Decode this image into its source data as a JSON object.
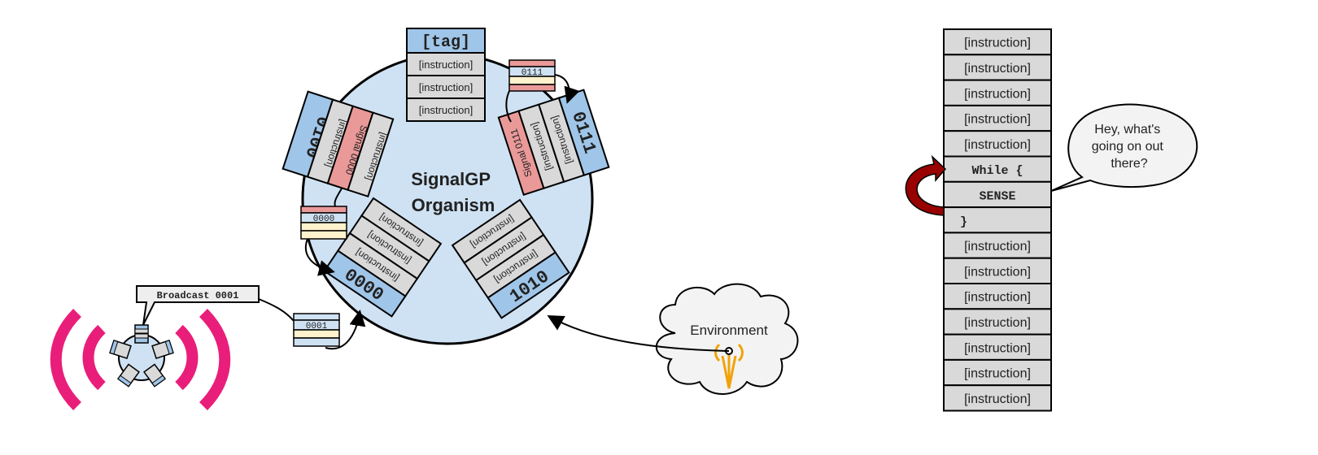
{
  "diagram": {
    "title": "SignalGP\nOrganism",
    "instruction_label": "[instruction]",
    "function_tag_header": "[tag]",
    "functions": [
      {
        "tag": "0100",
        "signal": "Signal 0000"
      },
      {
        "tag": "0111",
        "signal": "Signal 0111"
      },
      {
        "tag": "0000"
      },
      {
        "tag": "1010"
      }
    ],
    "messages": [
      {
        "tag": "0111"
      },
      {
        "tag": "0000"
      },
      {
        "tag": "0001"
      }
    ],
    "broadcast_label": "Broadcast 0001",
    "environment_label": "Environment",
    "program_stack": {
      "rows": [
        "[instruction]",
        "[instruction]",
        "[instruction]",
        "[instruction]",
        "[instruction]",
        "While {",
        "SENSE",
        "}",
        "[instruction]",
        "[instruction]",
        "[instruction]",
        "[instruction]",
        "[instruction]",
        "[instruction]",
        "[instruction]"
      ],
      "speech": "Hey, what's\ngoing on out\nthere?"
    },
    "colors": {
      "circle": "#cfe2f3",
      "tag_blue": "#9fc5e8",
      "instruction_gray": "#d9d9d9",
      "signal_red": "#ea9999",
      "message_yellow": "#fff2cc",
      "broadcast_pink": "#e91e7a",
      "loop_arrow": "#990000",
      "antenna_orange": "#f1a208"
    }
  }
}
